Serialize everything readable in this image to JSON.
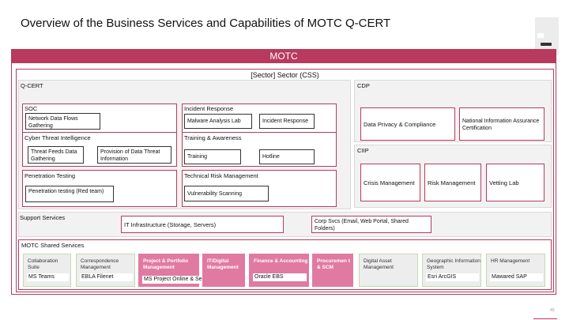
{
  "title": "Overview of the Business Services and Capabilities of MOTC Q-CERT",
  "header": "MOTC",
  "sector": "[Sector] Sector (CSS)",
  "qcert": {
    "label": "Q-CERT",
    "soc": {
      "label": "SOC",
      "items": [
        "Network Data  Flows Gathering"
      ]
    },
    "incident": {
      "label": "Incident Response",
      "items": [
        "Malware Analysis Lab",
        "Incident Response"
      ]
    },
    "cti": {
      "label": "Cyber Threat Intelligence",
      "items": [
        "Threat Feeds Data Gathering",
        "Provision of Data Threat Information"
      ]
    },
    "training": {
      "label": "Training & Awareness",
      "items": [
        "Training",
        "Hotline"
      ]
    },
    "pentest": {
      "label": "Penetration Testing",
      "items": [
        "Penetration testing (Red team)"
      ]
    },
    "trm": {
      "label": "Technical Risk Management",
      "items": [
        "Vulnerability Scanning"
      ]
    }
  },
  "cdp": {
    "label": "CDP",
    "items": [
      "Data Privacy & Compliance",
      "National Information Assurance Certification"
    ]
  },
  "ciip": {
    "label": "CIIP",
    "items": [
      "Crisis Management",
      "Risk Management",
      "Vetting Lab"
    ]
  },
  "support": {
    "label": "Support Services",
    "items": [
      "IT Infrastructure (Storage, Servers)",
      "Corp Svcs (Email, Web Portal, Shared Folders)"
    ]
  },
  "shared": {
    "label": "MOTC Shared Services",
    "items": [
      {
        "title": "Collaboration Suite",
        "value": "MS Teams",
        "highlight": false
      },
      {
        "title": "Correspondence Management",
        "value": "EBLA Filenet",
        "highlight": false
      },
      {
        "title": "Project & Portfolio Management",
        "value": "MS Project Online & Server",
        "highlight": true
      },
      {
        "title": "IT/Digital Management",
        "value": "",
        "highlight": true
      },
      {
        "title": "Finance & Accounting",
        "value": "Oracle EBS",
        "highlight": true
      },
      {
        "title": "Procuremen t & SCM",
        "value": "",
        "highlight": true
      },
      {
        "title": "Digital Asset Management",
        "value": "",
        "highlight": false
      },
      {
        "title": "Geographic Information System",
        "value": "Esri ArcGIS",
        "highlight": false
      },
      {
        "title": "HR Management",
        "value": "Mawared SAP",
        "highlight": false
      }
    ]
  },
  "page_number": "40",
  "colors": {
    "accent": "#b83a5e",
    "highlight": "#e07aa0",
    "panel": "#f2f2f2"
  }
}
